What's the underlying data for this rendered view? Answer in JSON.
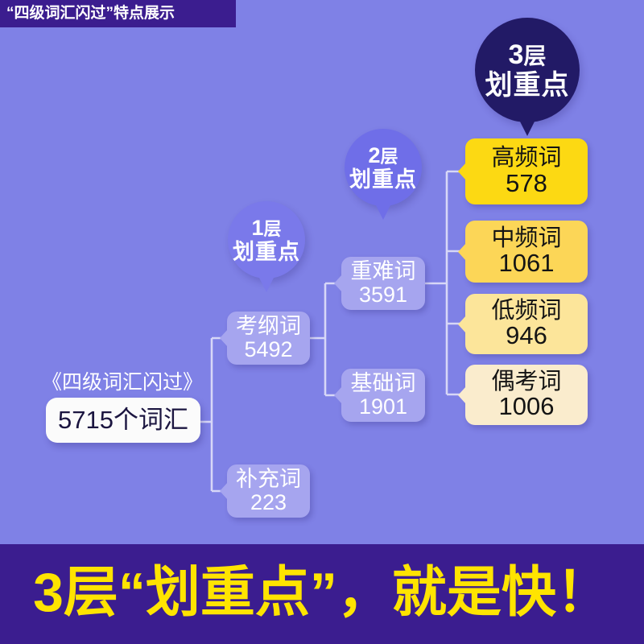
{
  "background_color": "#7f81e6",
  "top_banner": {
    "text": "“四级词汇闪过”特点展示",
    "bg_color": "#3b1d8f",
    "text_color": "#ffffff"
  },
  "bottom_banner": {
    "text": "3层“划重点”，就是快！",
    "bg_color": "#3b1d8f",
    "text_color": "#ffe400"
  },
  "bubbles": [
    {
      "id": "layer1",
      "line1_num": "1",
      "line1_unit": "层",
      "line2": "划重点",
      "color": "#7a79ea"
    },
    {
      "id": "layer2",
      "line1_num": "2",
      "line1_unit": "层",
      "line2": "划重点",
      "color": "#6f6ee8"
    },
    {
      "id": "layer3",
      "line1_num": "3",
      "line1_unit": "层",
      "line2": "划重点",
      "color": "#221a66"
    }
  ],
  "root": {
    "title": "《四级词汇闪过》",
    "value": "5715个词汇",
    "box_color": "#fbfbfb",
    "text_color": "#1b1540"
  },
  "nodes": {
    "kaogang": {
      "label": "考纲词",
      "count": "5492",
      "color": "#a6a5ef"
    },
    "buchong": {
      "label": "补充词",
      "count": "223",
      "color": "#a6a5ef"
    },
    "zhongnan": {
      "label": "重难词",
      "count": "3591",
      "color": "#a6a5ef"
    },
    "jichu": {
      "label": "基础词",
      "count": "1901",
      "color": "#a6a5ef"
    },
    "gaopin": {
      "label": "高频词",
      "count": "578",
      "color": "#fcd913"
    },
    "zhongpin": {
      "label": "中频词",
      "count": "1061",
      "color": "#fcd657"
    },
    "dipin": {
      "label": "低频词",
      "count": "946",
      "color": "#fce59a"
    },
    "oukao": {
      "label": "偶考词",
      "count": "1006",
      "color": "#faeccd"
    }
  },
  "connector_color": "#d7d7f7"
}
